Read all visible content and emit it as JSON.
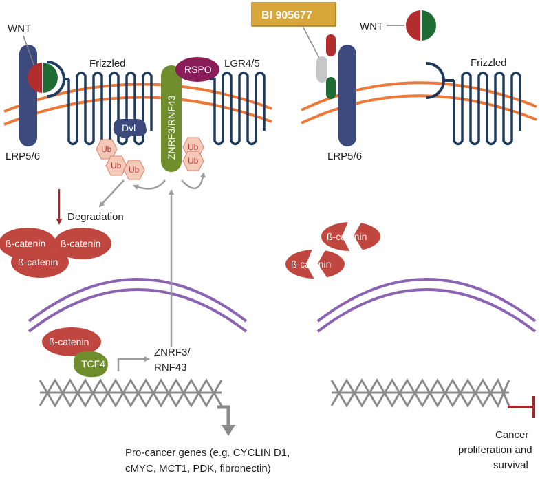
{
  "colors": {
    "membrane": "#ee7837",
    "nucleus": "#8a63b3",
    "lrp": "#3c4a7e",
    "frizzled": "#1e3a5f",
    "znrf3": "#6f8d2d",
    "rspo": "#8a1c5a",
    "catenin": "#c0473f",
    "ub_fill": "#f4c9b8",
    "ub_stroke": "#d9826b",
    "wnt_red": "#b12c2c",
    "wnt_green": "#1f6b34",
    "arrow_gray": "#9d9d9d",
    "inhibit_red": "#a0282c",
    "antibody_badge": "#d9a63a",
    "dna": "#8a8a8a"
  },
  "left": {
    "wnt_label": "WNT",
    "frizzled_label": "Frizzled",
    "lrp_label": "LRP5/6",
    "rspo_label": "RSPO",
    "lgr_label": "LGR4/5",
    "znrf3_label": "ZNRF3/RNF43",
    "dvl_label": "Dvl",
    "ub_label": "Ub",
    "degradation_label": "Degradation",
    "catenin_label": "ß-catenin",
    "tcf_label": "TCF4",
    "target_label_line1": "ZNRF3/",
    "target_label_line2": "RNF43",
    "genes_line1": "Pro-cancer genes (e.g. CYCLIN D1,",
    "genes_line2": "cMYC, MCT1, PDK, fibronectin)"
  },
  "right": {
    "drug_label": "BI 905677",
    "wnt_label": "WNT",
    "frizzled_label": "Frizzled",
    "lrp_label": "LRP5/6",
    "catenin_label": "ß-catenin",
    "outcome_line1": "Cancer",
    "outcome_line2": "proliferation and",
    "outcome_line3": "survival"
  }
}
